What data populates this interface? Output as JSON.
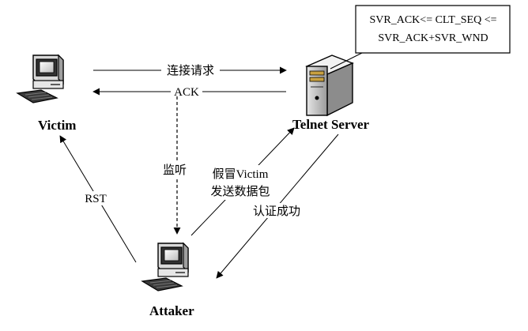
{
  "nodes": {
    "victim": {
      "label": "Victim"
    },
    "server": {
      "label": "Telnet Server"
    },
    "attacker": {
      "label": "Attaker"
    }
  },
  "note": {
    "line1": "SVR_ACK<= CLT_SEQ <=",
    "line2": "SVR_ACK+SVR_WND"
  },
  "edges": {
    "connect_request": "连接请求",
    "ack": "ACK",
    "monitor": "监听",
    "spoof_line1": "假冒Victim",
    "spoof_line2": "发送数据包",
    "auth_success": "认证成功",
    "rst": "RST"
  },
  "icons": {
    "victim": "desktop-computer-icon",
    "server": "server-tower-icon",
    "attacker": "desktop-computer-icon"
  }
}
